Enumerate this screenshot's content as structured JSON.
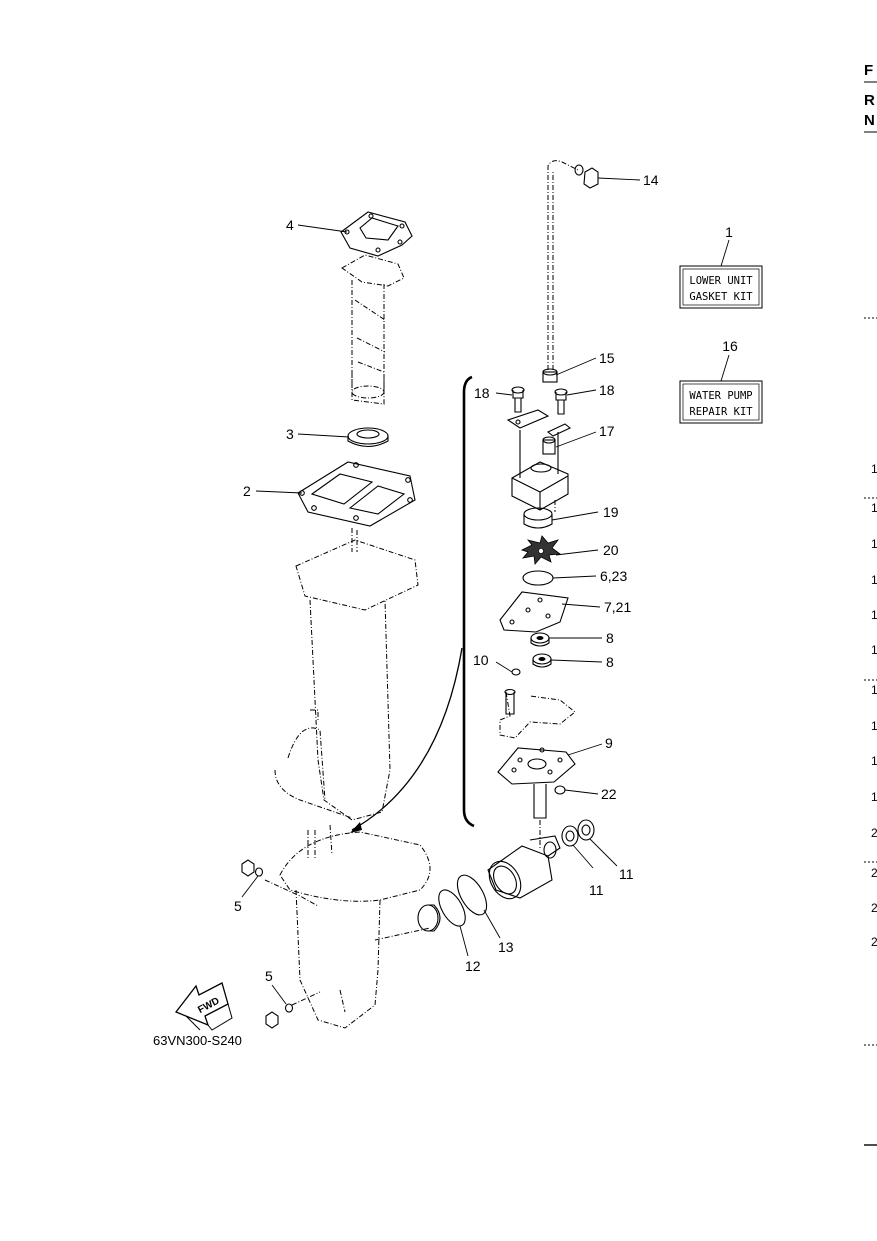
{
  "diagram": {
    "code": "63VN300-S240",
    "fwd_label": "FWD",
    "kits": [
      {
        "number": "1",
        "line1": "LOWER UNIT",
        "line2": "GASKET KIT"
      },
      {
        "number": "16",
        "line1": "WATER PUMP",
        "line2": "REPAIR KIT"
      }
    ],
    "callouts": [
      {
        "id": "c4",
        "text": "4"
      },
      {
        "id": "c3",
        "text": "3"
      },
      {
        "id": "c2",
        "text": "2"
      },
      {
        "id": "c14",
        "text": "14"
      },
      {
        "id": "c15",
        "text": "15"
      },
      {
        "id": "c18a",
        "text": "18"
      },
      {
        "id": "c18b",
        "text": "18"
      },
      {
        "id": "c17",
        "text": "17"
      },
      {
        "id": "c19",
        "text": "19"
      },
      {
        "id": "c20",
        "text": "20"
      },
      {
        "id": "c623",
        "text": "6,23"
      },
      {
        "id": "c721",
        "text": "7,21"
      },
      {
        "id": "c8a",
        "text": "8"
      },
      {
        "id": "c8b",
        "text": "8"
      },
      {
        "id": "c10",
        "text": "10"
      },
      {
        "id": "c9",
        "text": "9"
      },
      {
        "id": "c22",
        "text": "22"
      },
      {
        "id": "c11a",
        "text": "11"
      },
      {
        "id": "c11b",
        "text": "11"
      },
      {
        "id": "c13",
        "text": "13"
      },
      {
        "id": "c12",
        "text": "12"
      },
      {
        "id": "c5a",
        "text": "5"
      },
      {
        "id": "c5b",
        "text": "5"
      }
    ]
  },
  "edge_text": {
    "top": [
      "F",
      "R",
      "N"
    ],
    "right_numbers": [
      "1",
      "1",
      "1",
      "1",
      "1",
      "1",
      "1",
      "1",
      "1",
      "1",
      "2",
      "2",
      "2",
      "2"
    ]
  }
}
